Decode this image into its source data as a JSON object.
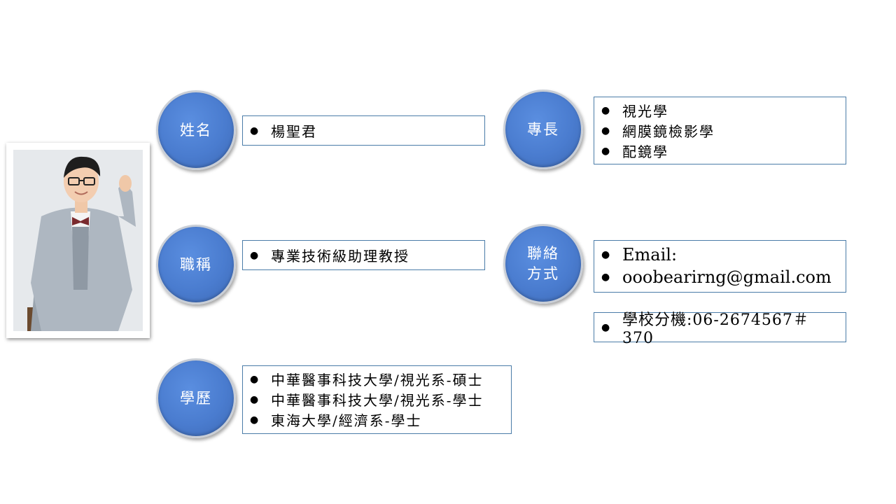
{
  "labels": {
    "name": "姓名",
    "title": "職稱",
    "education": "學歷",
    "specialty": "專長",
    "contact_line1": "聯絡",
    "contact_line2": "方式"
  },
  "name": "楊聖君",
  "job_title": "專業技術級助理教授",
  "education": [
    "中華醫事科技大學/視光系-碩士",
    "中華醫事科技大學/視光系-學士",
    "東海大學/經濟系-學士"
  ],
  "specialty": [
    "視光學",
    "網膜鏡檢影學",
    "配鏡學"
  ],
  "contact": {
    "email_label": "Email:",
    "email": "ooobearirng@gmail.com",
    "extension": "學校分機:06-2674567＃370"
  },
  "bullet": "●",
  "colors": {
    "circle": "#4a7ccf",
    "circle_border": "#c9ced6",
    "box_border": "#4a7ca8",
    "text": "#000000"
  }
}
